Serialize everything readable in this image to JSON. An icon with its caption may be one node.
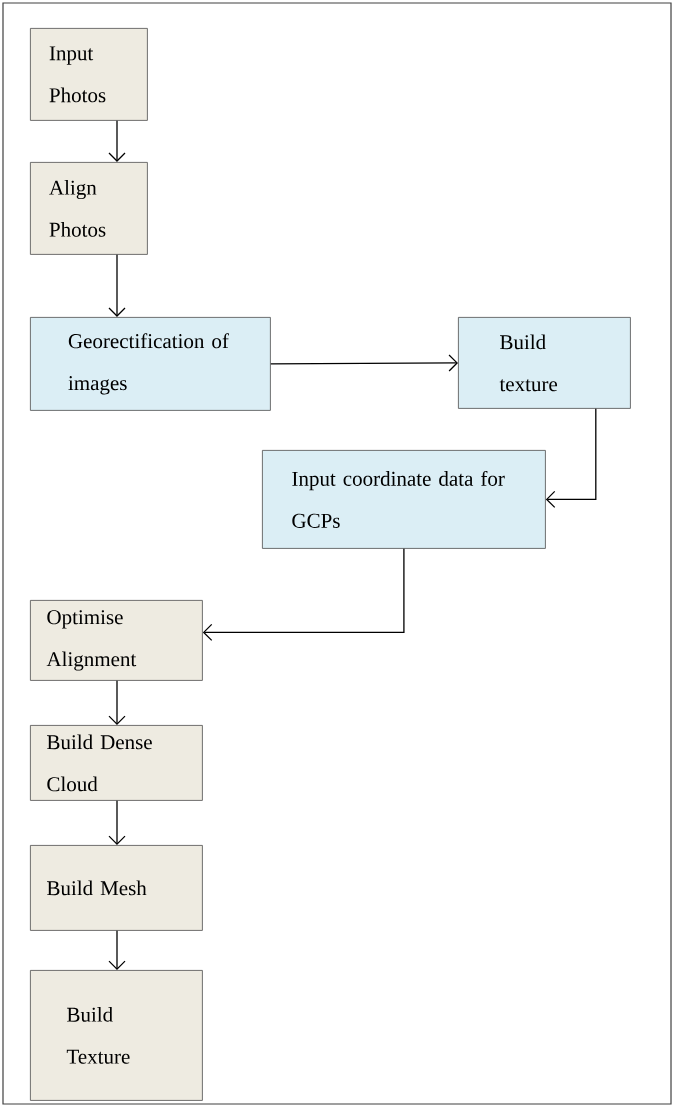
{
  "diagram": {
    "nodes": [
      {
        "text": [
          "Input Photos"
        ]
      },
      {
        "text": [
          "Align Photos"
        ]
      },
      {
        "text": [
          "Georectification of images"
        ]
      },
      {
        "text": [
          "Build texture"
        ]
      },
      {
        "text": [
          "Input coordinate data for GCPs"
        ]
      },
      {
        "text": [
          "Optimise Alignment"
        ]
      },
      {
        "text": [
          "Build Dense Cloud"
        ]
      },
      {
        "text": [
          "Build Mesh"
        ]
      },
      {
        "text": [
          "Build Texture"
        ]
      }
    ],
    "edges": [
      {
        "from": 0,
        "to": 1,
        "arrow": "to"
      },
      {
        "from": 1,
        "to": 2,
        "arrow": "to"
      },
      {
        "from": 2,
        "to": 3,
        "arrow": "to"
      },
      {
        "from": 3,
        "to": 4,
        "arrow": "to"
      },
      {
        "from": 4,
        "to": 5,
        "arrow": "to"
      },
      {
        "from": 5,
        "to": 6,
        "arrow": "to"
      },
      {
        "from": 6,
        "to": 7,
        "arrow": "to"
      },
      {
        "from": 7,
        "to": 8,
        "arrow": "to"
      }
    ]
  }
}
